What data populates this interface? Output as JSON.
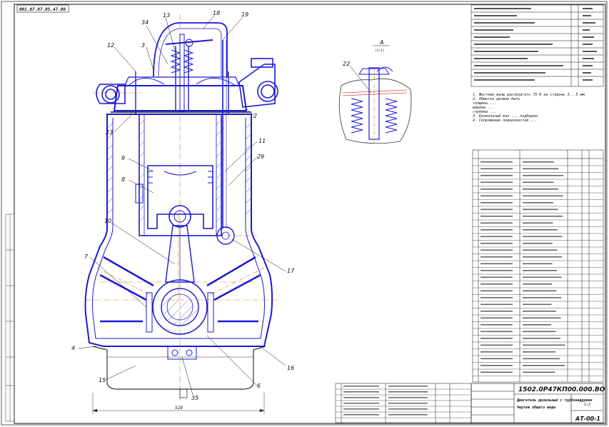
{
  "sheet": {
    "corner_code": "001.07.07.05.47.00",
    "scale_label": "1:1",
    "section_label": "А",
    "section_scale": "(1:1)",
    "dimension_overall": "528"
  },
  "callouts": [
    "34",
    "13",
    "18",
    "19",
    "12",
    "3",
    "22",
    "2",
    "23",
    "9",
    "8",
    "11",
    "29",
    "10",
    "7",
    "17",
    "4",
    "16",
    "15",
    "35",
    "6"
  ],
  "notes": [
    "1. Жесткие валы располагать 75-0 на стороне 3...5 мм.",
    "2. Обмотка должна быть",
    "   толщина ...",
    "   ширина ...",
    "   глубина ...",
    "3. Коленчатый вал ... подбором.",
    "4. Сопряжение поверхностей ..."
  ],
  "title_block": {
    "drawing_number": "1502.0Р47КП00.000.ВО",
    "description_lines": [
      "Двигатель дизельный с турбонаддувом",
      "Чертеж общего вида"
    ],
    "sheet_code": "АТ-00-1",
    "sheet_number": "1:2"
  }
}
